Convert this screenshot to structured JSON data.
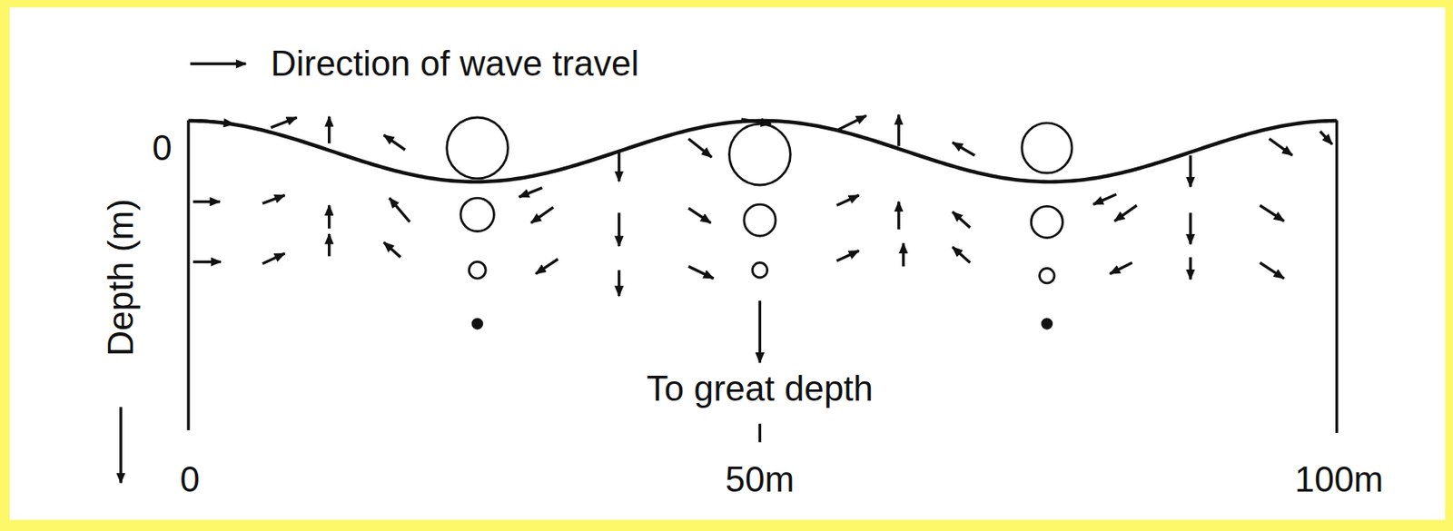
{
  "diagram": {
    "labels": [
      "Direction of wave travel",
      "0",
      "Depth (m)",
      "To great depth",
      "0",
      "50m",
      "100m"
    ]
  }
}
